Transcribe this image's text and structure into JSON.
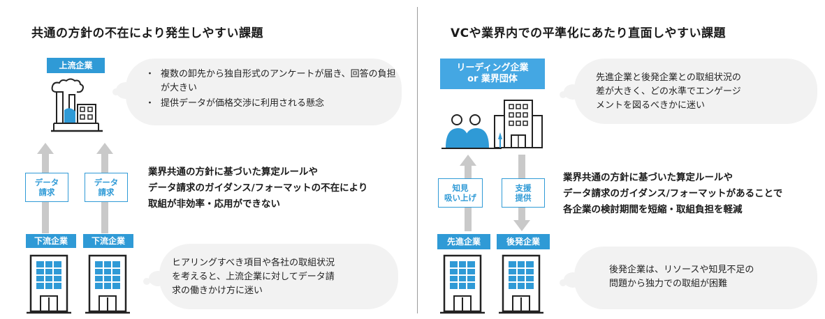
{
  "left_panel": {
    "title": "共通の方針の不在により発生しやすい課題",
    "upstream_label": "上流企業",
    "upstream_bubble": [
      "複数の卸先から独自形式のアンケートが届き、回答の負担が大きい",
      "提供データが価格交渉に利用される懸念"
    ],
    "arrow_label_1": [
      "データ",
      "請求"
    ],
    "arrow_label_2": [
      "データ",
      "請求"
    ],
    "center_text": [
      "業界共通の方針に基づいた算定ルールや",
      "データ請求のガイダンス/フォーマットの不在により",
      "取組が非効率・応用ができない"
    ],
    "downstream_label_1": "下流企業",
    "downstream_label_2": "下流企業",
    "downstream_bubble": [
      "ヒアリングすべき項目や各社の取組状況",
      "を考えると、上流企業に対してデータ請",
      "求の働きかけ方に迷い"
    ]
  },
  "right_panel": {
    "title": "VCや業界内での平準化にあたり直面しやすい課題",
    "leader_label": [
      "リーディング企業",
      "or 業界団体"
    ],
    "leader_bubble": [
      "先進企業と後発企業との取組状況の",
      "差が大きく、どの水準でエンゲージ",
      "メントを図るべきかに迷い"
    ],
    "arrow_up_label": [
      "知見",
      "吸い上げ"
    ],
    "arrow_down_label": [
      "支援",
      "提供"
    ],
    "center_text": [
      "業界共通の方針に基づいた算定ルールや",
      "データ請求のガイダンス/フォーマットがあることで",
      "各企業の検討期間を短縮・取組負担を軽減"
    ],
    "advanced_label": "先進企業",
    "late_label": "後発企業",
    "late_bubble": [
      "後発企業は、リソースや知見不足の",
      "問題から独力での取組が困難"
    ]
  },
  "colors": {
    "accent_blue": "#2f9ad6",
    "light_blue": "#44a7e3",
    "bubble_fill": "#f2f2f2",
    "arrow_gray": "#c9c9c9",
    "icon_dark": "#222222"
  }
}
